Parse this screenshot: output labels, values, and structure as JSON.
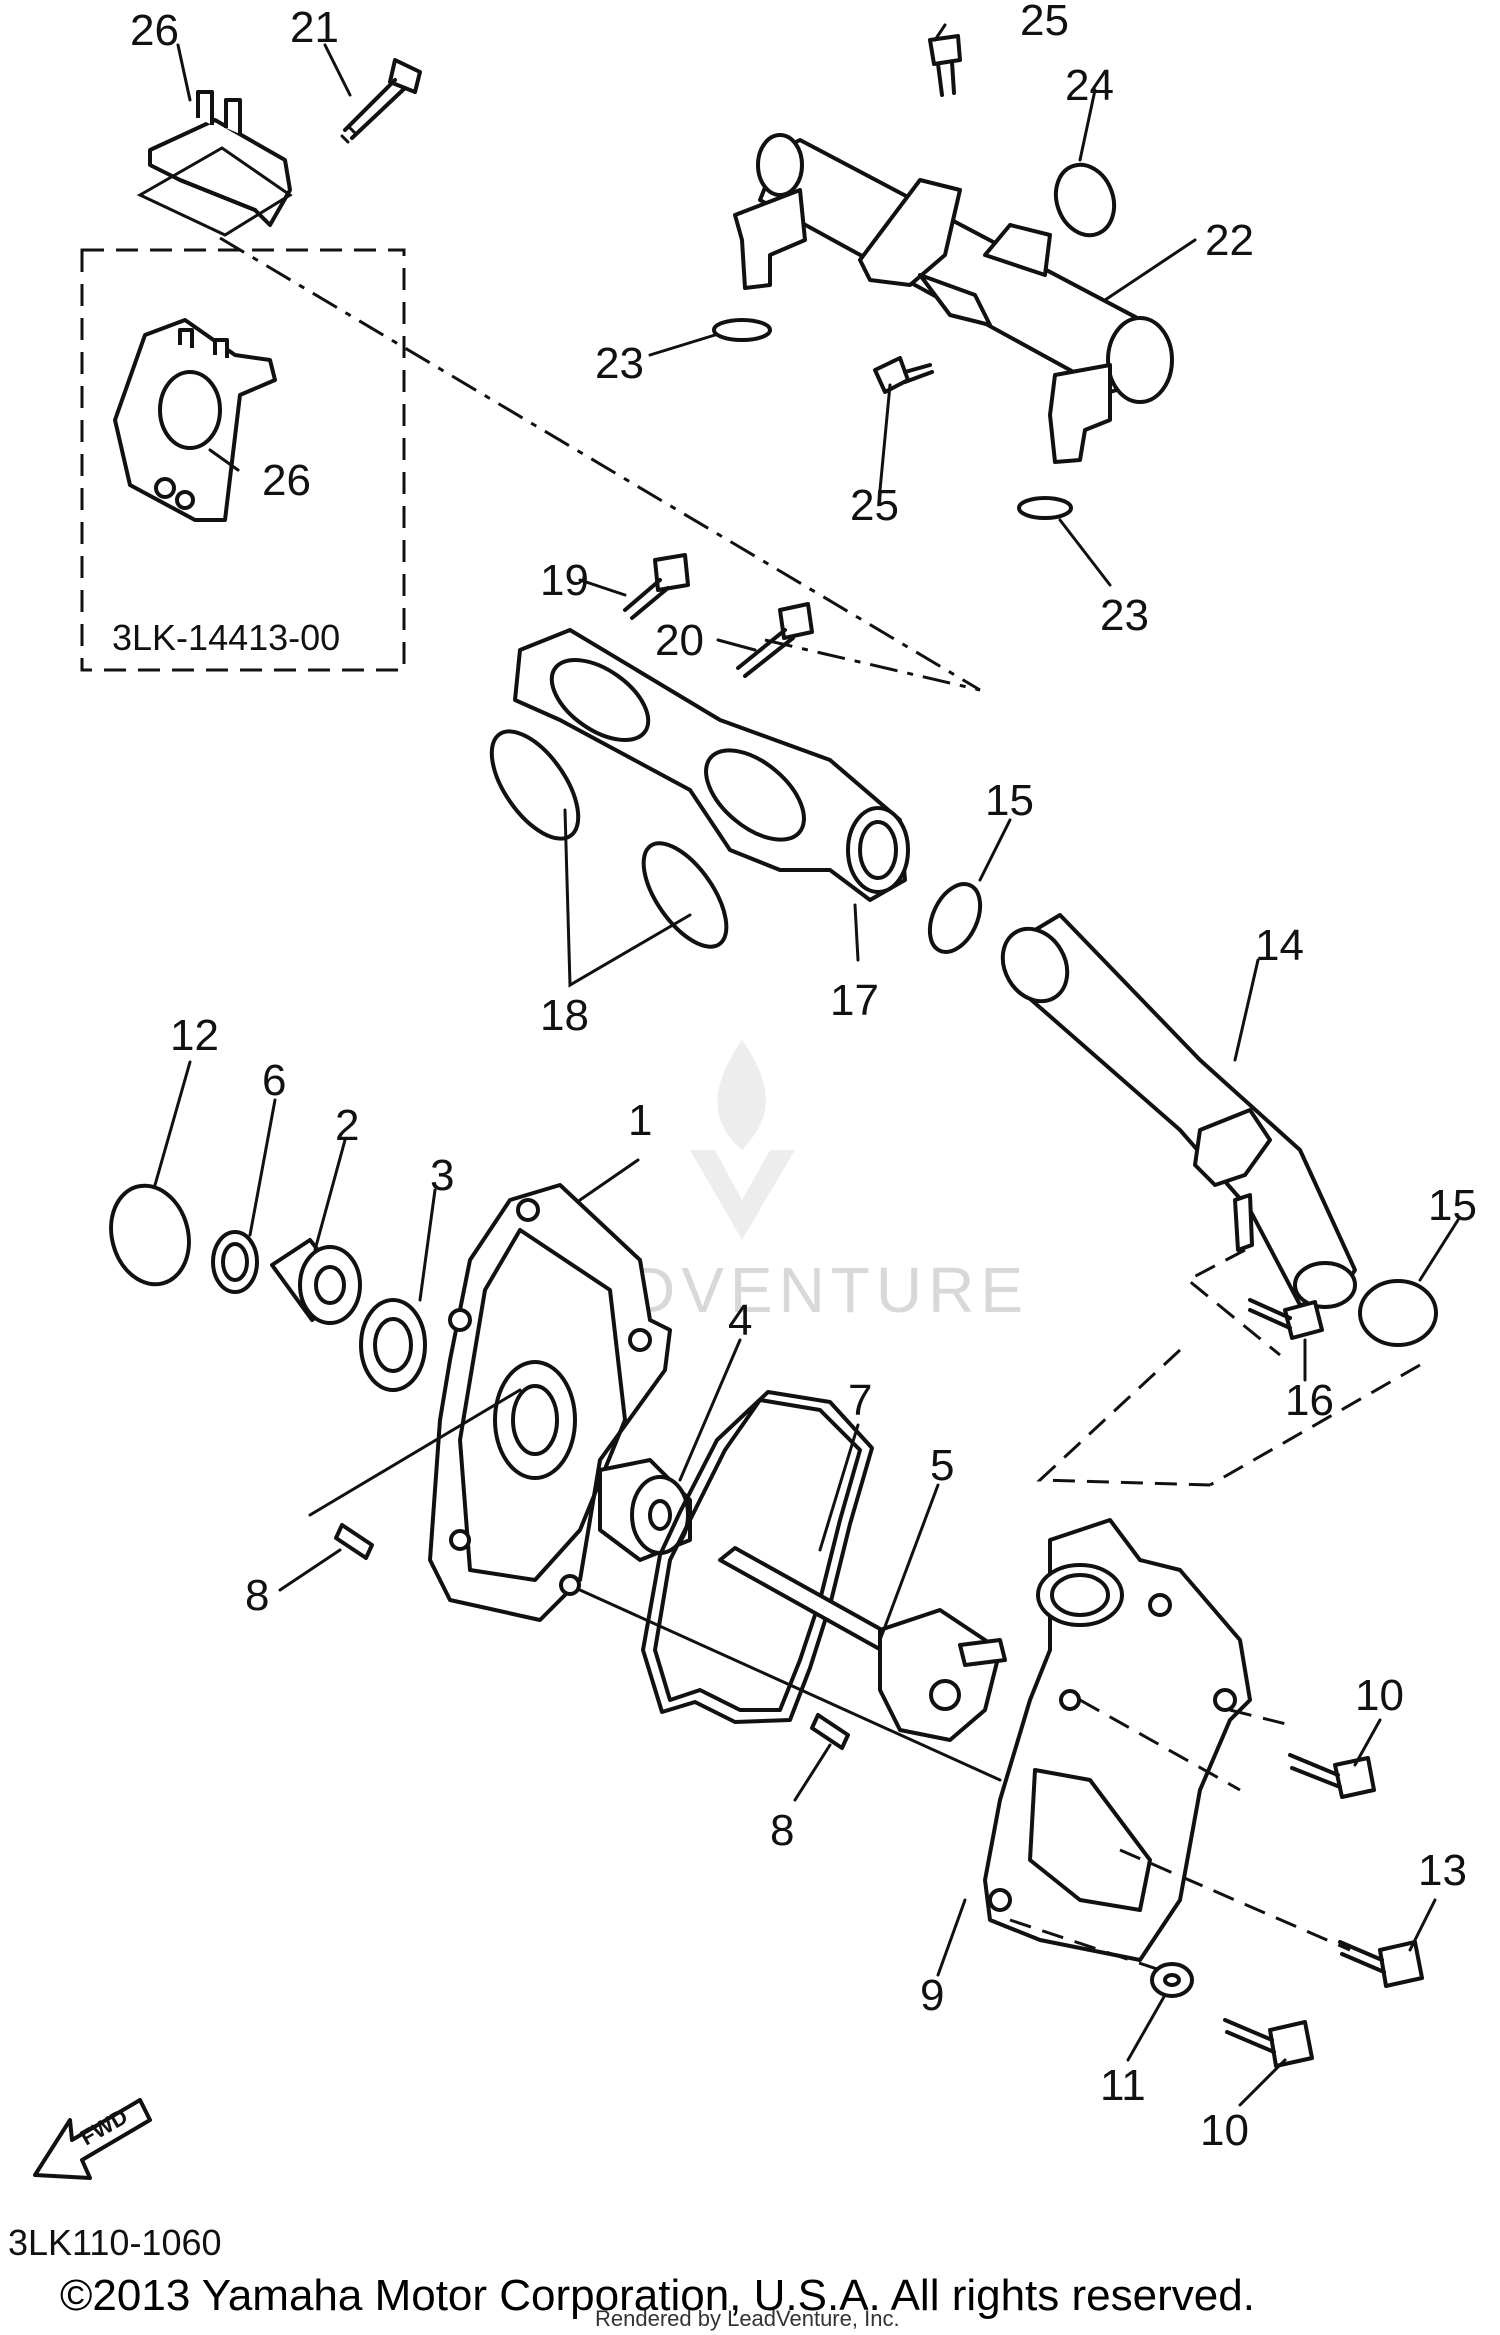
{
  "callouts": {
    "c1": "1",
    "c2": "2",
    "c3": "3",
    "c4": "4",
    "c5": "5",
    "c6": "6",
    "c7": "7",
    "c8a": "8",
    "c8b": "8",
    "c9": "9",
    "c10a": "10",
    "c10b": "10",
    "c11": "11",
    "c12": "12",
    "c13": "13",
    "c14": "14",
    "c15a": "15",
    "c15b": "15",
    "c16": "16",
    "c17": "17",
    "c18": "18",
    "c19": "19",
    "c20": "20",
    "c21": "21",
    "c22": "22",
    "c23a": "23",
    "c23b": "23",
    "c24": "24",
    "c25a": "25",
    "c25b": "25",
    "c26a": "26",
    "c26b": "26"
  },
  "kit_label": "3LK-14413-00",
  "fwd_label": "FWD",
  "diagram_code": "3LK110-1060",
  "copyright": "©2013 Yamaha Motor Corporation, U.S.A. All rights reserved.",
  "rendered_by": "Rendered by LeadVenture, Inc.",
  "watermark": "LEADVENTURE"
}
